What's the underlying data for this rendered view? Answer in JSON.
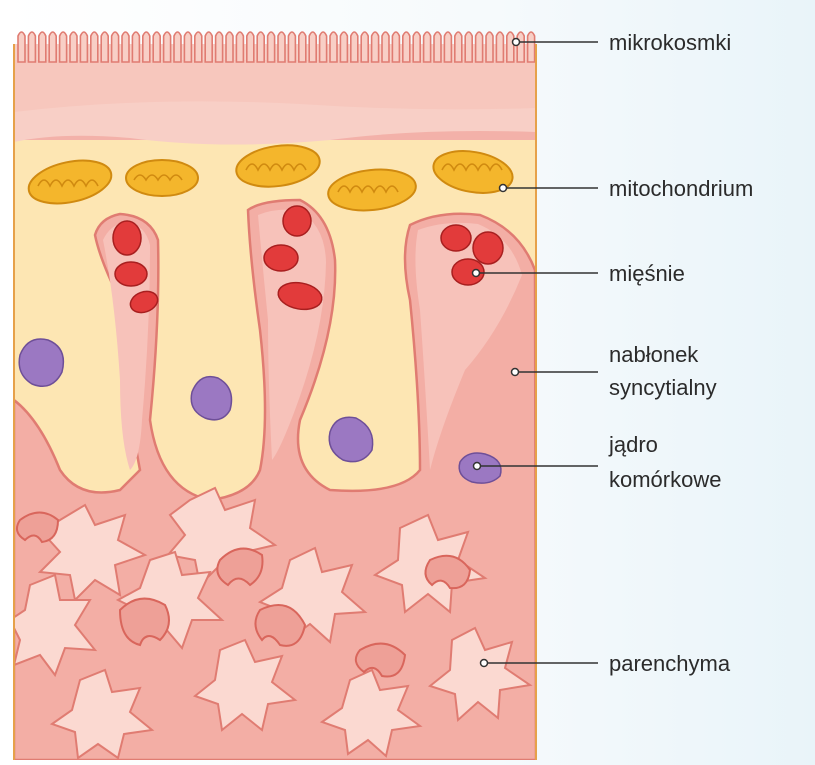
{
  "labels": {
    "microvilli": "mikrokosmki",
    "mitochondrium": "mitochondrium",
    "muscles": "mięśnie",
    "syncytial_line1": "nabłonek",
    "syncytial_line2": "syncytialny",
    "nucleus_line1": "jądro",
    "nucleus_line2": "komórkowe",
    "parenchyma": "parenchyma"
  },
  "colors": {
    "cytoplasm": "#fde7b4",
    "tissue_pink": "#f1a8a0",
    "tissue_outline": "#e0796f",
    "mitochondrion": "#f2b52a",
    "muscle_red": "#e23b3b",
    "nucleus_purple": "#9b78c2",
    "leader_line": "#333333"
  }
}
